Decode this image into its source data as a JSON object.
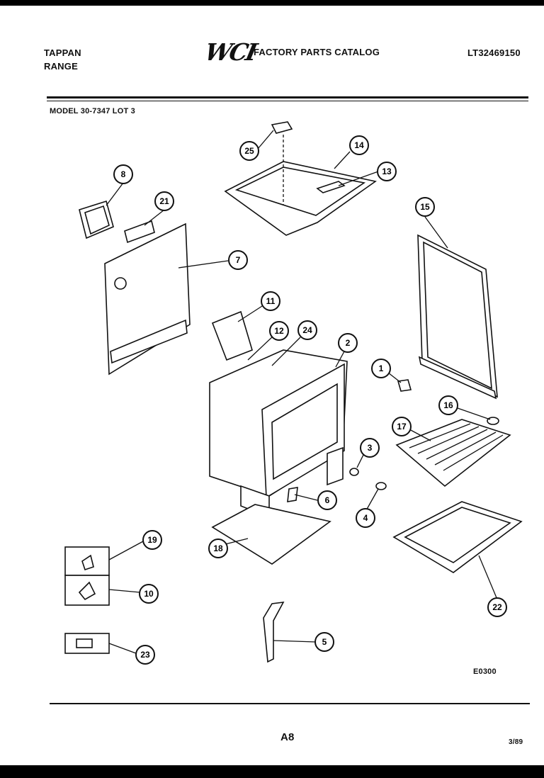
{
  "header": {
    "brand": "TAPPAN",
    "product": "RANGE",
    "logo_text": "WCI",
    "catalog_title": "FACTORY PARTS CATALOG",
    "part_number": "LT32469150"
  },
  "model_line": "MODEL 30-7347 LOT 3",
  "diagram_code": "E0300",
  "footer": {
    "page_id": "A8",
    "date": "3/89"
  },
  "callouts": [
    "8",
    "21",
    "7",
    "25",
    "14",
    "13",
    "15",
    "11",
    "12",
    "24",
    "2",
    "1",
    "16",
    "17",
    "3",
    "4",
    "6",
    "18",
    "19",
    "10",
    "23",
    "5",
    "22"
  ]
}
